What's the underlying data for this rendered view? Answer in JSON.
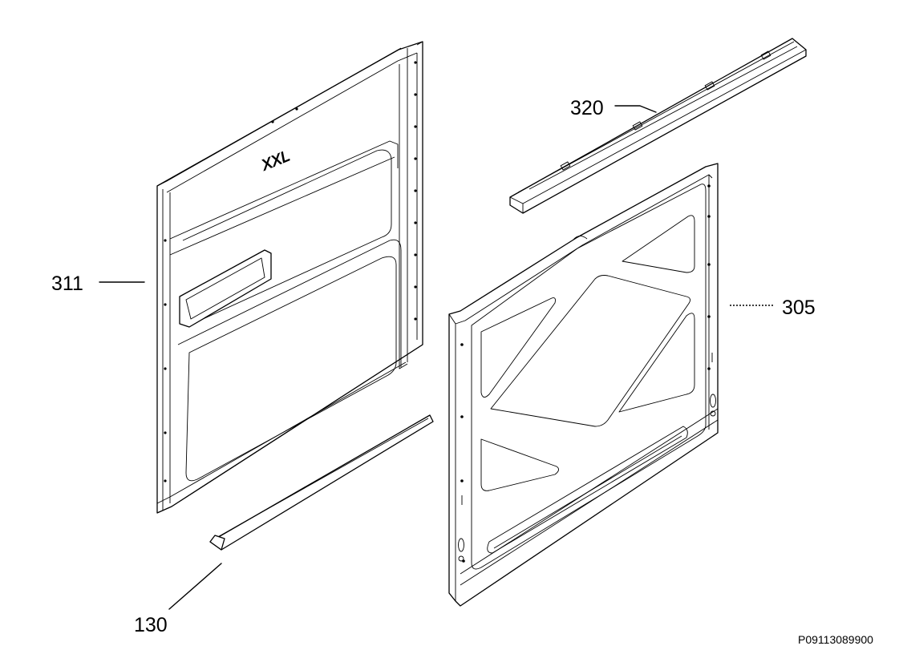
{
  "diagram": {
    "parts": [
      {
        "id": "inner-door-panel",
        "label": "311"
      },
      {
        "id": "door-bottom-strip",
        "label": "130"
      },
      {
        "id": "door-top-trim",
        "label": "320"
      },
      {
        "id": "outer-door-panel",
        "label": "305"
      }
    ],
    "embossed_mark": "XXL",
    "drawing_code": "P09113089900"
  }
}
